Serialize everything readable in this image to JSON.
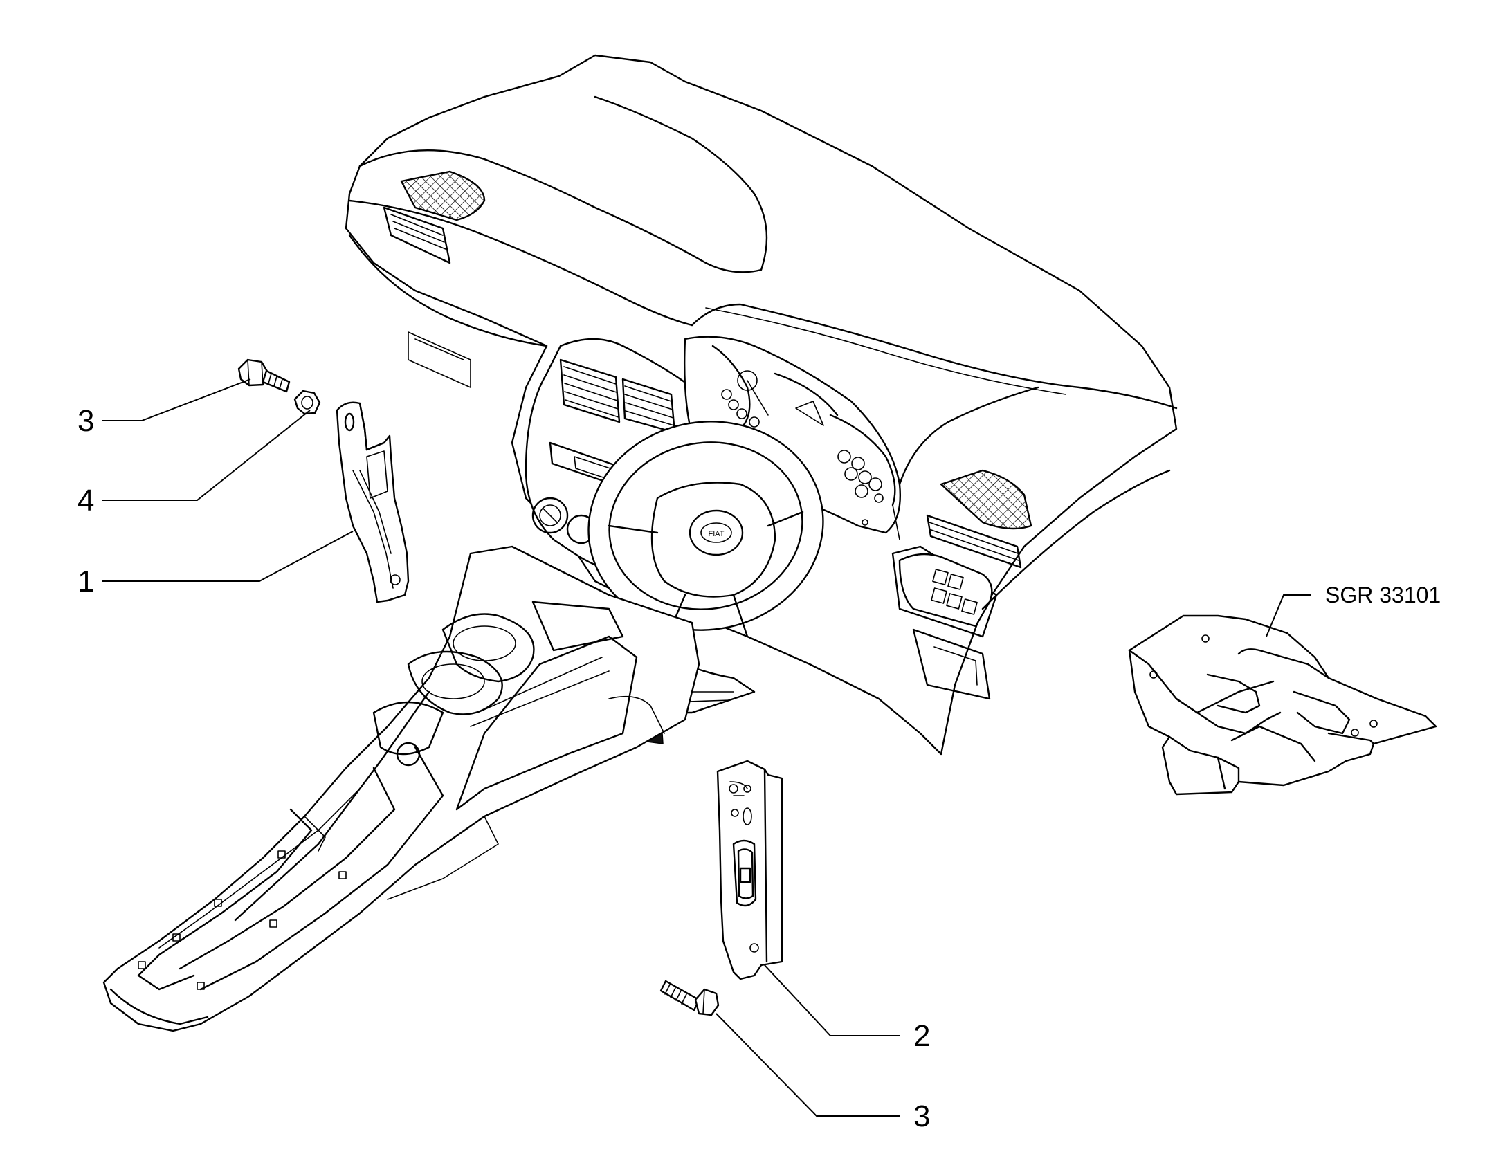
{
  "diagram": {
    "reference_code": "SGR 33101",
    "callouts": [
      {
        "id": "c3a",
        "label": "3"
      },
      {
        "id": "c4",
        "label": "4"
      },
      {
        "id": "c1",
        "label": "1"
      },
      {
        "id": "c2",
        "label": "2"
      },
      {
        "id": "c3b",
        "label": "3"
      }
    ],
    "dashboard_badge": "FIAT"
  }
}
